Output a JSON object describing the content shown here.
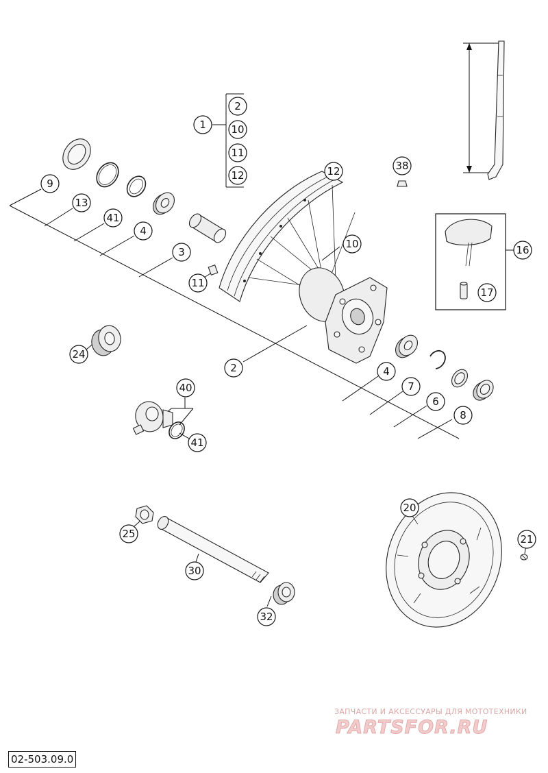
{
  "diagram_code": "02-503.09.0",
  "watermark": {
    "tagline": "ЗАПЧАСТИ И АКСЕССУАРЫ ДЛЯ МОТОТЕХНИКИ",
    "brand": "PARTSFOR.RU"
  },
  "callouts": {
    "c1": "1",
    "c2_list": "2",
    "c10_list": "10",
    "c11_list": "11",
    "c12_list": "12",
    "c9": "9",
    "c13": "13",
    "c41a": "41",
    "c4a": "4",
    "c3": "3",
    "c12": "12",
    "c10": "10",
    "c11": "11",
    "c38": "38",
    "c16": "16",
    "c17": "17",
    "c2": "2",
    "c24": "24",
    "c4b": "4",
    "c7": "7",
    "c6": "6",
    "c8": "8",
    "c40": "40",
    "c41b": "41",
    "c20": "20",
    "c21": "21",
    "c25": "25",
    "c30": "30",
    "c32": "32"
  },
  "colors": {
    "line": "#111111",
    "part_fill": "#eeeeee",
    "watermark_red": "#e2a9a9"
  }
}
